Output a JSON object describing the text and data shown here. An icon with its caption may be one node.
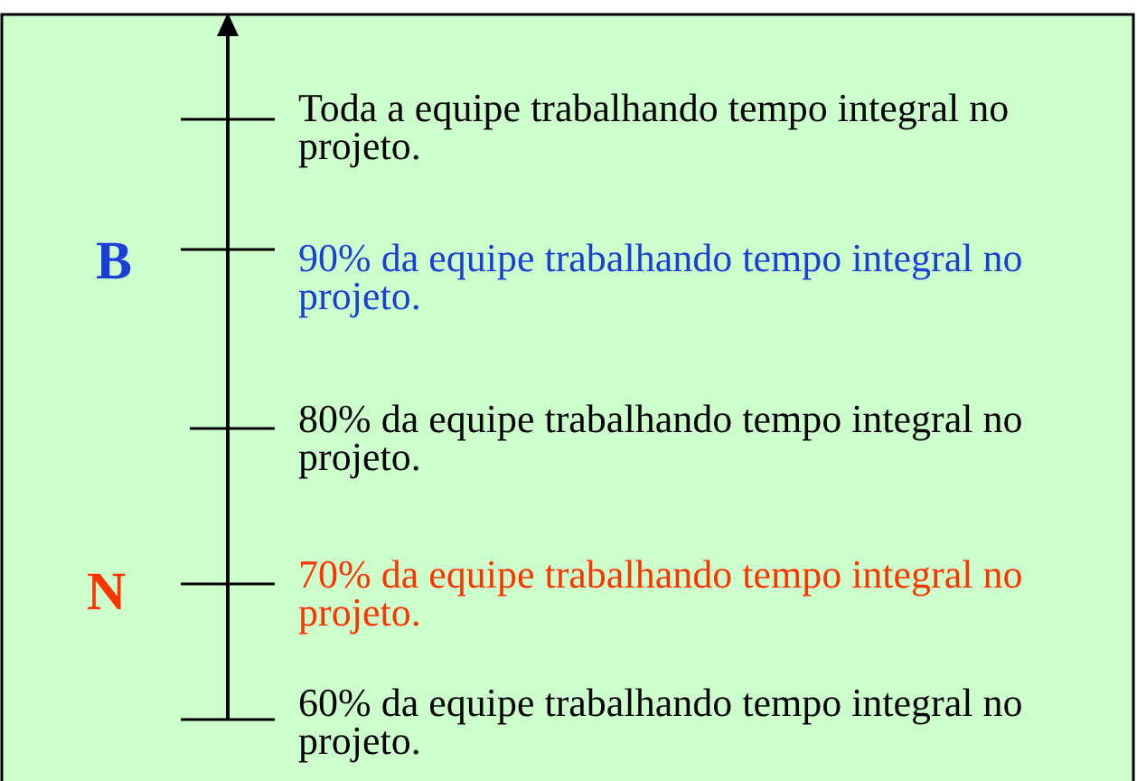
{
  "diagram": {
    "labels": [
      "Toda a equipe trabalhando tempo integral no projeto.",
      "B",
      "90% da equipe trabalhando tempo integral no projeto.",
      "80% da equipe trabalhando tempo integral no projeto.",
      "N",
      "70% da equipe trabalhando tempo integral no projeto.",
      "60% da equipe trabalhando tempo integral no projeto."
    ]
  }
}
